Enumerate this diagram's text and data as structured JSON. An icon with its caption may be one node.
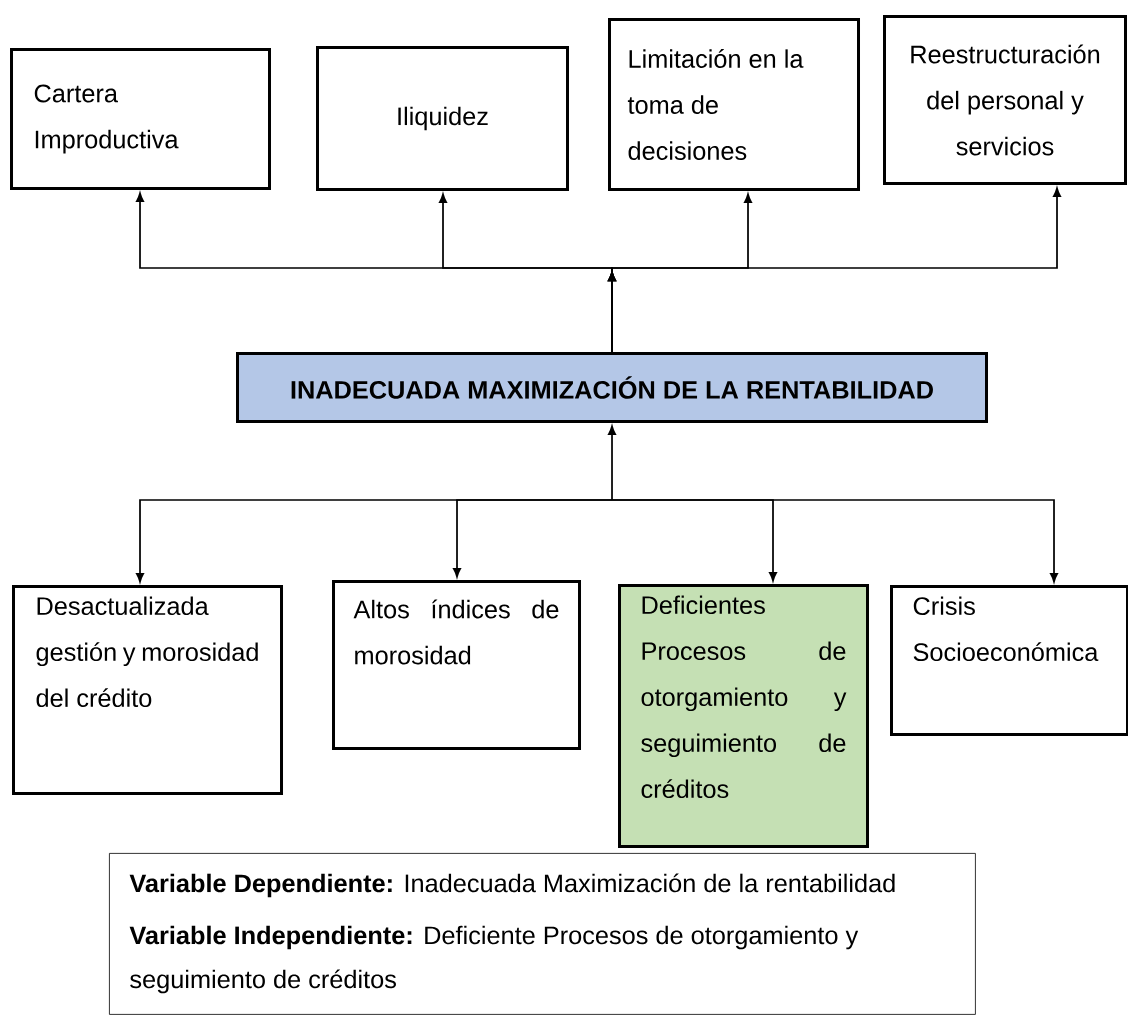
{
  "diagram": {
    "nodes": [
      {
        "text": [
          "Cartera Improductiva"
        ]
      },
      {
        "text": [
          "Iliquidez"
        ]
      },
      {
        "text": [
          "Limitación en la toma de decisiones"
        ]
      },
      {
        "text": [
          "Reestructuración del personal y servicios"
        ]
      },
      {
        "text": [
          "INADECUADA MAXIMIZACIÓN DE LA RENTABILIDAD"
        ]
      },
      {
        "text": [
          "Desactualizada gestión y morosidad del crédito"
        ]
      },
      {
        "text": [
          "Altos índices de morosidad"
        ]
      },
      {
        "text": [
          "Deficientes Procesos de otorgamiento y seguimiento de créditos"
        ]
      },
      {
        "text": [
          "Crisis Socioeconómica"
        ]
      },
      {
        "text": [
          "**Variable Dependiente:** Inadecuada Maximización de la rentabilidad",
          "**Variable Independiente:** Deficiente Procesos de otorgamiento y seguimiento de créditos"
        ]
      }
    ],
    "edges": [
      {
        "from": 4,
        "to": 0,
        "arrow": "to"
      },
      {
        "from": 4,
        "to": 1,
        "arrow": "to"
      },
      {
        "from": 4,
        "to": 2,
        "arrow": "to"
      },
      {
        "from": 4,
        "to": 3,
        "arrow": "to"
      },
      {
        "from": 4,
        "to": 5,
        "arrow": "both"
      },
      {
        "from": 4,
        "to": 6,
        "arrow": "both"
      },
      {
        "from": 4,
        "to": 7,
        "arrow": "both"
      },
      {
        "from": 4,
        "to": 8,
        "arrow": "both"
      }
    ]
  }
}
